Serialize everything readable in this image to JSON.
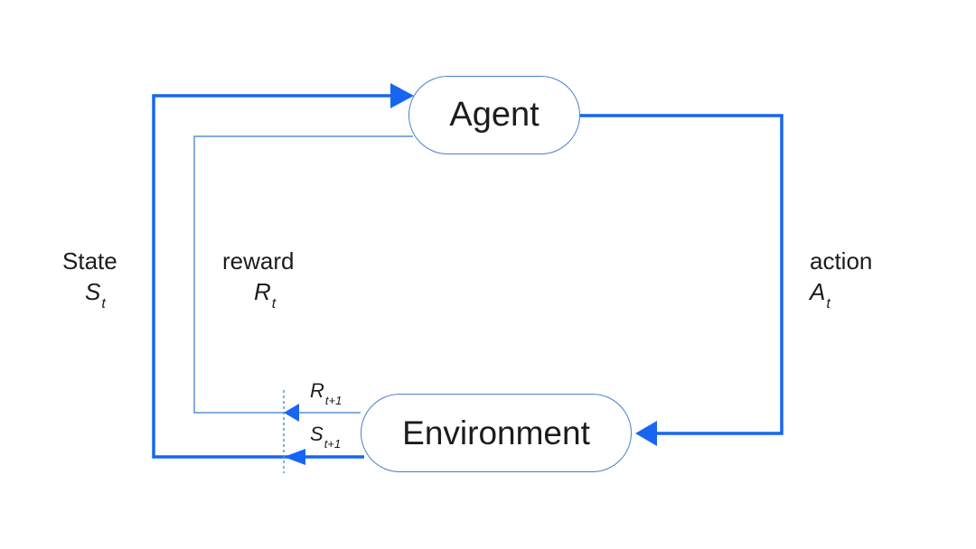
{
  "nodes": {
    "agent": "Agent",
    "environment": "Environment"
  },
  "state": {
    "label": "State",
    "symbol": "S",
    "subscript": "t"
  },
  "reward": {
    "label": "reward",
    "symbol": "R",
    "subscript": "t"
  },
  "action": {
    "label": "action",
    "symbol": "A",
    "subscript": "t"
  },
  "next_reward": {
    "symbol": "R",
    "subscript": "t+1"
  },
  "next_state": {
    "symbol": "S",
    "subscript": "t+1"
  },
  "colors": {
    "arrow": "#1766f2",
    "thin_line": "#5b8fd8",
    "node_border": "#4a7fd1",
    "text": "#1c1c1c"
  }
}
